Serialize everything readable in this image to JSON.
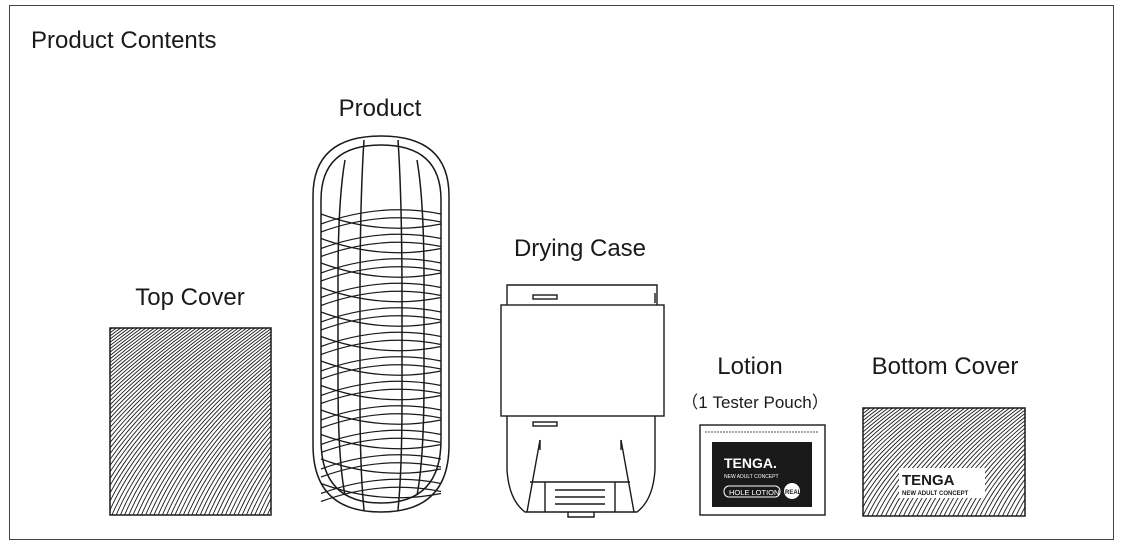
{
  "heading": "Product Contents",
  "items": [
    {
      "id": "top-cover",
      "label": "Top Cover"
    },
    {
      "id": "product",
      "label": "Product"
    },
    {
      "id": "drying-case",
      "label": "Drying Case"
    },
    {
      "id": "lotion",
      "label": "Lotion",
      "sublabel": "（1 Tester Pouch）"
    },
    {
      "id": "bottom-cover",
      "label": "Bottom Cover"
    }
  ],
  "pouch": {
    "brand": "TENGA.",
    "tagline": "NEW ADULT CONCEPT",
    "product_label": "HOLE LOTION",
    "badge": "REAL"
  },
  "bottom_cover_print": {
    "brand": "TENGA",
    "tagline": "NEW ADULT CONCEPT"
  },
  "colors": {
    "line": "#1a1a1a",
    "pouch_dark": "#1a1a1a",
    "background": "#ffffff"
  }
}
